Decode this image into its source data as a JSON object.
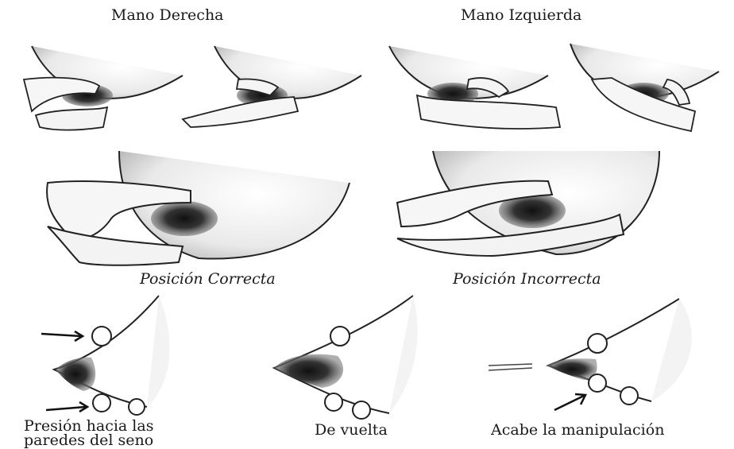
{
  "header": {
    "right_hand": "Mano Derecha",
    "left_hand": "Mano Izquierda"
  },
  "middle_row": {
    "correct": "Posición Correcta",
    "incorrect": "Posición Incorrecta"
  },
  "bottom_row": {
    "step1_line1": "Presión hacia las",
    "step1_line2": "paredes del seno",
    "step2": "De vuelta",
    "step3": "Acabe la manipulación"
  },
  "colors": {
    "ink": "#1a1a1a",
    "shade": "#555555",
    "background": "#ffffff"
  }
}
